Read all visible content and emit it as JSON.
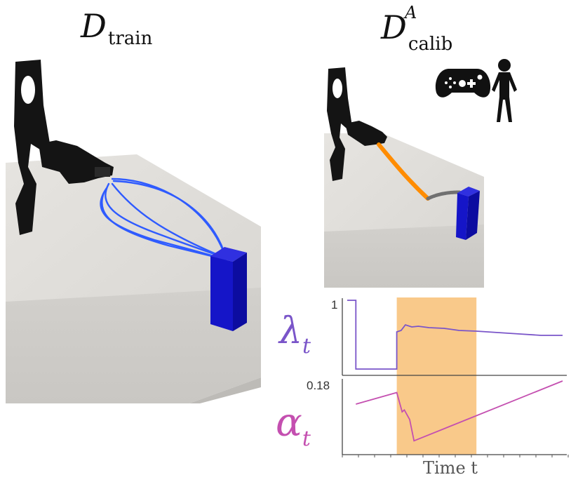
{
  "titles": {
    "left": {
      "symbol": "D",
      "subscript": "train"
    },
    "right": {
      "symbol": "D",
      "subscript": "calib",
      "superscript": "A"
    }
  },
  "icons": [
    "gamepad-icon",
    "person-icon"
  ],
  "colors": {
    "trajectories": "#2f5bff",
    "target_block": "#1010c8",
    "robot": "#111111",
    "table": "#dcdad6",
    "human_path": "#ff8c00",
    "auto_path": "#707070",
    "highlight": "#f9c98a",
    "lambda_line": "#7a55c9",
    "alpha_line": "#c44fb0"
  },
  "chart_data": [
    {
      "type": "line",
      "series": [
        {
          "name": "",
          "x": [
            0,
            0.04,
            0.04,
            0.23,
            0.23,
            0.25,
            0.27,
            0.3,
            0.33,
            0.38,
            0.45,
            0.52,
            0.6,
            0.7,
            0.8,
            0.9,
            1.0
          ],
          "values": [
            1,
            1,
            0.02,
            0.02,
            0.55,
            0.57,
            0.65,
            0.62,
            0.63,
            0.61,
            0.6,
            0.57,
            0.56,
            0.54,
            0.52,
            0.5,
            0.5
          ]
        }
      ],
      "ylabel": "λt",
      "yticks": [
        "1"
      ],
      "ylim": [
        0,
        1
      ],
      "highlight": [
        0.23,
        0.6
      ]
    },
    {
      "type": "line",
      "series": [
        {
          "name": "",
          "x": [
            0.04,
            0.23,
            0.255,
            0.265,
            0.29,
            0.31,
            1.0
          ],
          "values": [
            0.12,
            0.15,
            0.1,
            0.105,
            0.08,
            0.025,
            0.18
          ]
        }
      ],
      "ylabel": "αt",
      "yticks": [
        "0.18"
      ],
      "ylim": [
        0,
        0.18
      ],
      "xlabel": "Time t",
      "highlight": [
        0.23,
        0.6
      ]
    }
  ],
  "labels": {
    "lambda": "λ",
    "lambda_sub": "t",
    "alpha": "α",
    "alpha_sub": "t",
    "tick_top": "1",
    "tick_bottom": "0.18",
    "xlabel": "Time t"
  }
}
